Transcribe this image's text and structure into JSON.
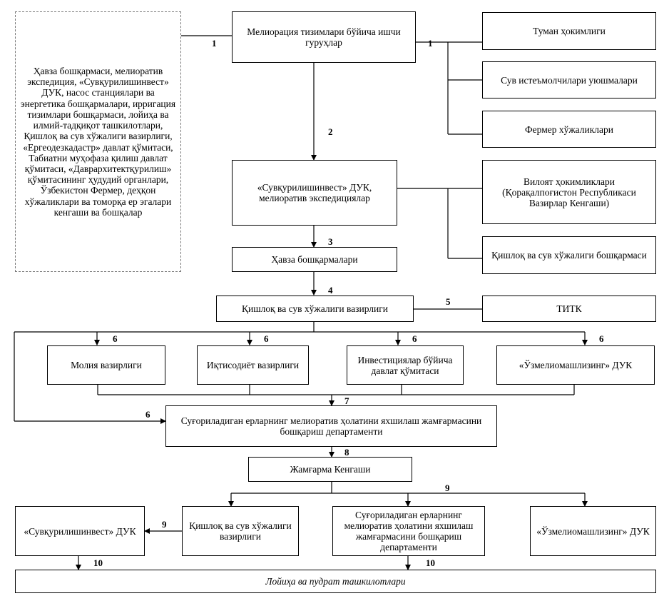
{
  "stakeholders_note": "Ҳавза бошқармаси, мелиоратив экспедиция, «Сувқурилишинвест» ДУК, насос станциялари ва энергетика бошқармалари, ирригация тизимлари бошқармаси, лойиҳа ва илмий-тадқиқот ташкилотлари, Қишлоқ ва сув хўжалиги вазирлиги, «Ергеодезкадастр» давлат қўмитаси, Табиатни муҳофаза қилиш давлат қўмитаси, «Даврархитектқурилиш» қўмитасининг ҳудудий органлари, Ўзбекистон Фермер, деҳқон хўжаликлари ва томорқа ер эгалари кенгаши ва бошқалар",
  "boxes": {
    "working_groups": "Мелиорация тизимлари бўйича ишчи гуруҳлар",
    "district_khokimiyat": "Туман ҳокимлиги",
    "water_users": "Сув истеъмолчилари уюшмалари",
    "farms": "Фермер хўжаликлари",
    "suvqurilish_exp": "«Сувқурилишинвест» ДУК, мелиоратив экспедициялар",
    "regional_khokimiyat": "Вилоят ҳокимликлари (Қорақалпоғистон Республикаси Вазирлар Кенгаши)",
    "basin_admin": "Ҳавза бошқармалари",
    "agri_water_admin": "Қишлоқ ва сув хўжалиги бошқармаси",
    "ministry": "Қишлоқ ва сув хўжалиги вазирлиги",
    "titk": "ТИТК",
    "finance": "Молия вазирлиги",
    "economy": "Иқтисодиёт вазирлиги",
    "investment": "Инвестициялар бўйича давлат қўмитаси",
    "uzmeliomash": "«Ўзмелиомашлизинг» ДУК",
    "fund_department": "Суғориладиган ерларнинг мелиоратив ҳолатини яхшилаш жамғармасини бошқариш департаменти",
    "fund_council": "Жамғарма Кенгаши",
    "suvqurilish_duk": "«Сувқурилишинвест» ДУК",
    "ministry_bottom": "Қишлоқ ва сув хўжалиги вазирлиги",
    "fund_department_bottom": "Суғориладиган ерларнинг мелиоратив ҳолатини яхшилаш жамғармасини бошқариш департаменти",
    "uzmeliomash_bottom": "«Ўзмелиомашлизинг» ДУК",
    "design_orgs": "Лойиҳа ва пудрат ташкилотлари"
  },
  "labels": {
    "n1_left": "1",
    "n1_right": "1",
    "n2": "2",
    "n3": "3",
    "n4": "4",
    "n5": "5",
    "n6_a": "6",
    "n6_b": "6",
    "n6_c": "6",
    "n6_d": "6",
    "n6_e": "6",
    "n7": "7",
    "n8": "8",
    "n9_top": "9",
    "n9_left": "9",
    "n10_left": "10",
    "n10_right": "10"
  }
}
